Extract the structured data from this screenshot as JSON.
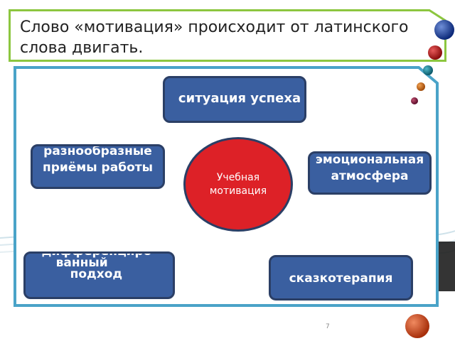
{
  "slide": {
    "title": "Слово «мотивация» происходит от латинского слова двигать.",
    "page_number": "7"
  },
  "diagram": {
    "center": "Учебная мотивация",
    "nodes": {
      "top": "ситуация успеха",
      "left": "разнообразные приёмы работы",
      "right": "эмоциональная атмосфера",
      "bottom_left_line1": "дифференциро-",
      "bottom_left_line2": "ванный",
      "bottom_left_line3": "подход",
      "bottom_right": "сказкотерапия"
    }
  },
  "colors": {
    "title_border": "#8cc63f",
    "frame_border": "#4aa3c8",
    "node_fill": "#3a5fa0",
    "node_border": "#2b3f66",
    "center_fill": "#dd2127"
  }
}
